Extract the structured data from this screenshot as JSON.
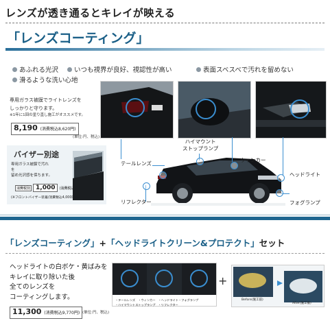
{
  "header": {
    "headline": "レンズが透き通るとキレイが映える",
    "title": "「レンズコーティング」"
  },
  "features": [
    "あふれる光沢",
    "いつも視界が良好、視認性が高い",
    "表面スベスベで汚れを留めない",
    "滑るような洗い心地"
  ],
  "lens_coating": {
    "desc_line1": "専用ガラス被膜でライトレンズを",
    "desc_line2": "しっかりと守ります。",
    "desc_note": "※1年に1回の塗り直し施工がオススメです。",
    "price": "8,190",
    "price_tax": "(消費税込8,620円)",
    "price_note": "(単位:円、税込)"
  },
  "visor": {
    "title": "バイザー別途",
    "desc_line1": "専用ガラス被膜で汚れを",
    "desc_line2": "留め光沢感を保ちます。",
    "price_label": "1,000",
    "price_prefix": "消費税別",
    "price_tax": "(消費税込1,100円)",
    "price_note": "(※フロントバイザー装着/消費税込4,000円)"
  },
  "callouts": {
    "tail": "テールレンズ",
    "high_mount": "ハイマウント\nストップランプ",
    "winker": "ウィンカー",
    "headlight": "ヘッドライト",
    "reflector": "リフレクター",
    "foglamp": "フォグランプ"
  },
  "bottom": {
    "title_a": "「レンズコーティング」",
    "plus": "+",
    "title_b": "「ヘッドライトクリーン&プロテクト」",
    "title_c": "セット",
    "line1": "ヘッドライトの白ボケ・黄ばみを",
    "line2": "キレイに取り除いた後",
    "line3": "全てのレンズを",
    "line4": "コーティングします。",
    "price": "11,300",
    "price_tax": "(消費税込9,770円)",
    "price_note": "(単位:円、税込)",
    "img_caption1": "・テールレンズ　・ウィンカー　・ヘッドライト・フォグランプ",
    "img_caption2": "・ハイマウントストップランプ　・リフレクター",
    "plus_sign": "+",
    "before_label": "Before(施工前)",
    "after_label": "After(施工後)"
  }
}
